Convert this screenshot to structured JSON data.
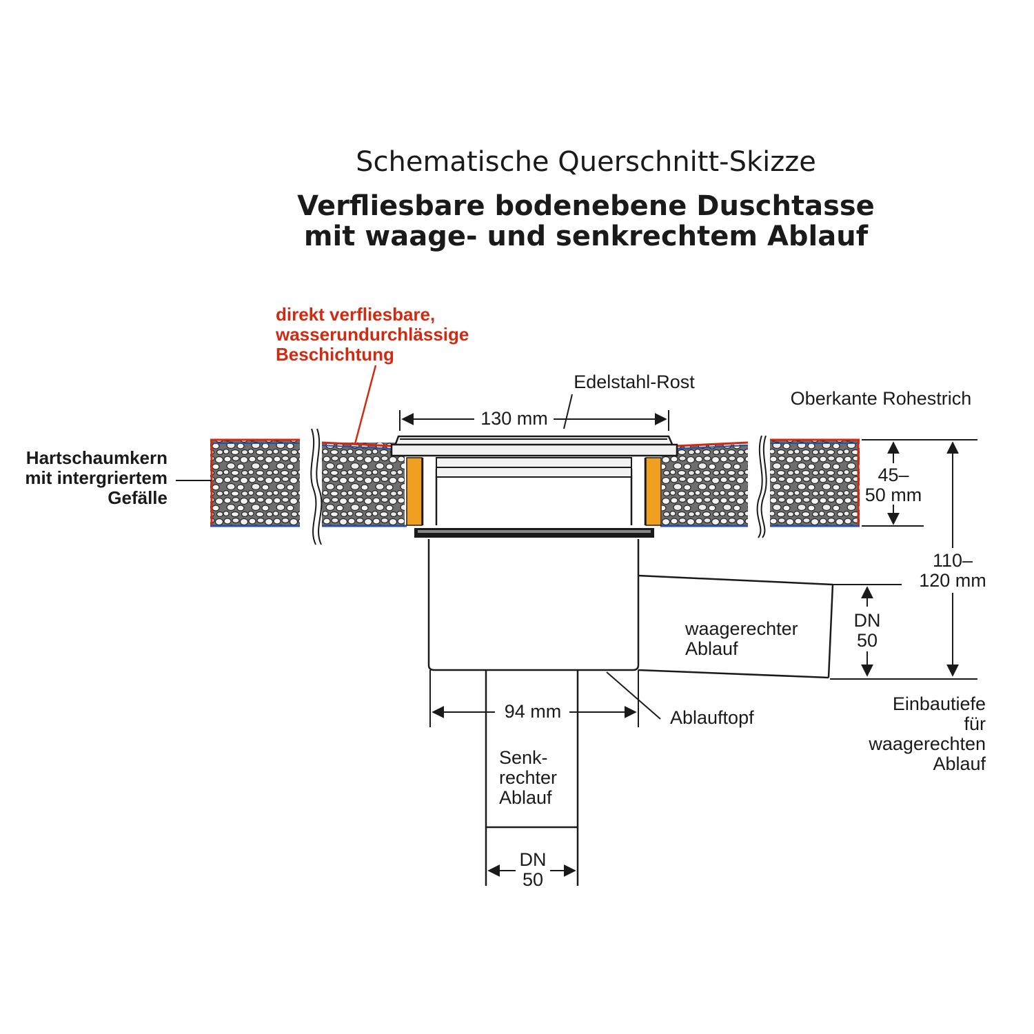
{
  "title": {
    "line1": "Schematische Querschnitt-Skizze",
    "line2": "Verfliesbare bodenebene Duschtasse",
    "line3": "mit waage- und senkrechtem Ablauf"
  },
  "labels": {
    "coating": [
      "direkt verfliesbare,",
      "wasserundurchlässige",
      "Beschichtung"
    ],
    "grate": "Edelstahl-Rost",
    "grate_width": "130 mm",
    "top_edge": "Oberkante Rohestrich",
    "foam_core": [
      "Hartschaumkern",
      "mit intergriertem",
      "Gefälle"
    ],
    "tray_height": [
      "45–",
      "50 mm"
    ],
    "install_height": [
      "110–",
      "120 mm"
    ],
    "horizontal_drain": [
      "waagerechter",
      "Ablauf"
    ],
    "horizontal_dn": [
      "DN",
      "50"
    ],
    "pot_width": "94 mm",
    "drain_pot": "Ablauftopf",
    "install_depth": [
      "Einbautiefe",
      "für",
      "waagerechten",
      "Ablauf"
    ],
    "vertical_drain": [
      "Senk-",
      "rechter",
      "Ablauf"
    ],
    "vertical_dn": [
      "DN",
      "50"
    ]
  },
  "colors": {
    "coating_line": "#d22a10",
    "bottom_line": "#2c4fa3",
    "insulation": "#f0a020",
    "foam_fill": "#8a8a8a",
    "grate_fill": "#f2f2f2",
    "gasket": "#1a1a1a"
  }
}
